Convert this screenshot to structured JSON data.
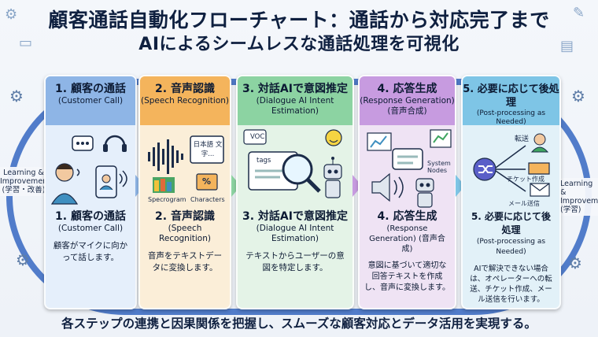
{
  "title_line1": "顧客通話自動化フローチャート：通話から対応完了まで",
  "title_line2": "AIによるシームレスな通話処理を可視化",
  "loop_left": "Learning & Improvement (学習・改善)",
  "loop_right": "Learning & Improvem (学習)",
  "steps": [
    {
      "title": "1. 顧客の通話",
      "title_en": "(Customer Call)",
      "sub": "1. 顧客の通話",
      "sub_en": "(Customer Call)",
      "desc": "顧客がマイクに向かって話します。"
    },
    {
      "title": "2. 音声認識",
      "title_en": "(Speech Recognition)",
      "sub": "2. 音声認識",
      "sub_en": "(Speech Recognition)",
      "desc": "音声をテキストデータに変換します。",
      "labels": {
        "doc": "日本語 文字...",
        "spec": "Specrogram",
        "chars": "Characters",
        "pct": "%"
      }
    },
    {
      "title": "3. 対話AIで意図推定",
      "title_en": "(Dialogue AI Intent Estimation)",
      "sub": "3. 対話AIで意図推定",
      "sub_en": "(Dialogue AI Intent Estimation)",
      "desc": "テキストからユーザーの意図を特定します。",
      "labels": {
        "voc": "VOC",
        "tags": "tags"
      }
    },
    {
      "title": "4. 応答生成",
      "title_en": "(Response Generation) (音声合成)",
      "sub": "4. 応答生成",
      "sub_en": "(Response Generation) (音声合成)",
      "desc": "意図に基づいて適切な回答テキストを作成し、音声に変換します。",
      "labels": {
        "nodes": "System Nodes"
      }
    },
    {
      "title": "5. 必要に応じて後処理",
      "title_en": "(Post-processing as Needed)",
      "sub": "5. 必要に応じて後処理",
      "sub_en": "(Post-processing as Needed)",
      "desc": "AIで解決できない場合は、オペレーターへの転送、チケット作成、メール送信を行います。",
      "labels": {
        "transfer": "転送",
        "ticket": "チケット作成",
        "mail": "メール送信"
      }
    }
  ],
  "footer": "各ステップの連携と因果関係を把握し、スムーズな顧客対応とデータ活用を実現する。",
  "colors": {
    "step1": "#8eb5e6",
    "step2": "#f4b45c",
    "step3": "#8cd3a2",
    "step4": "#c79be0",
    "step5": "#7ec5e6",
    "loop": "#3f6fc4"
  }
}
